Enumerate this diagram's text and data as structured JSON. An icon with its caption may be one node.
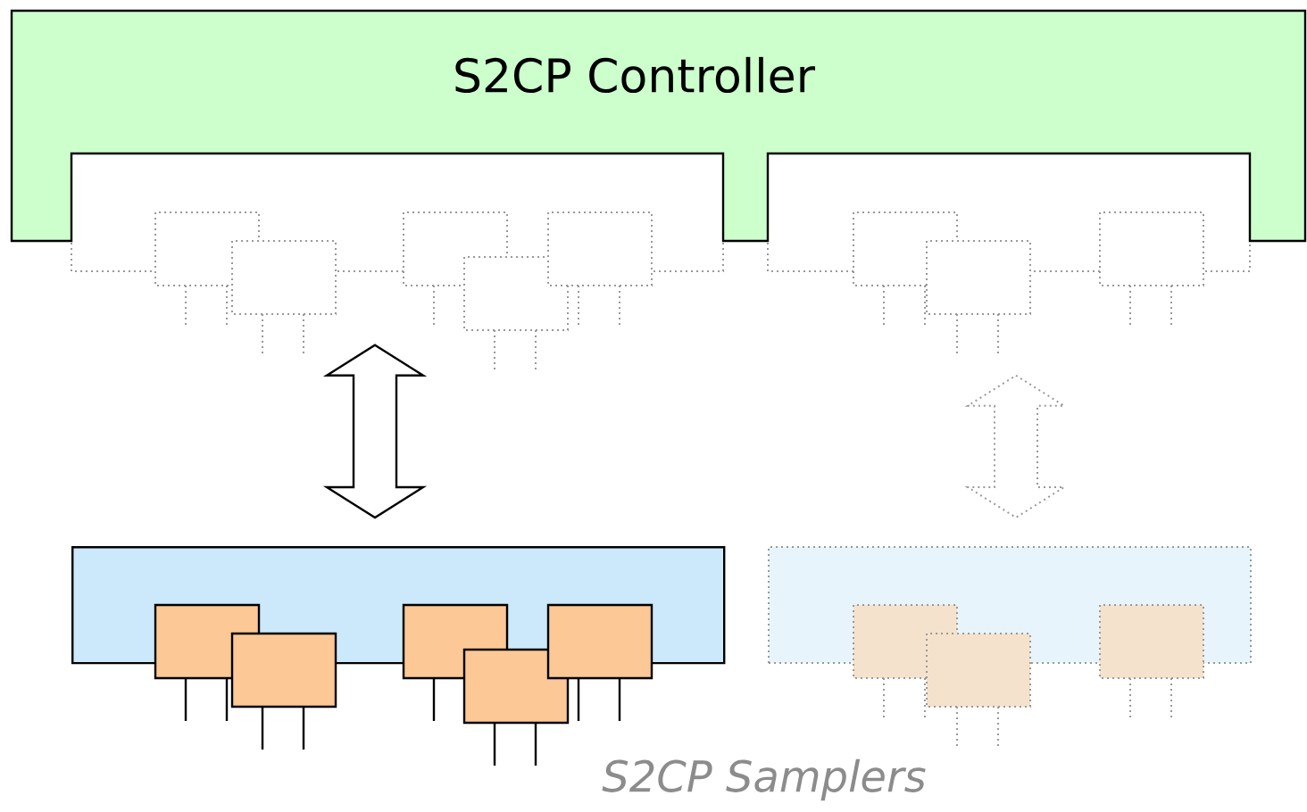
{
  "diagram": {
    "nodes": [
      {
        "text": [
          "S2CP Controller"
        ]
      },
      {
        "text": [],
        "shape": "box"
      },
      {
        "text": [],
        "shape": "box"
      }
    ],
    "edges": [
      {
        "from": 0,
        "to": 1,
        "arrow": "both"
      },
      {
        "from": 0,
        "to": 2,
        "arrow": "both",
        "style": "dashed",
        "color": "#999999"
      }
    ],
    "labels": [
      "S2CP Samplers"
    ]
  }
}
